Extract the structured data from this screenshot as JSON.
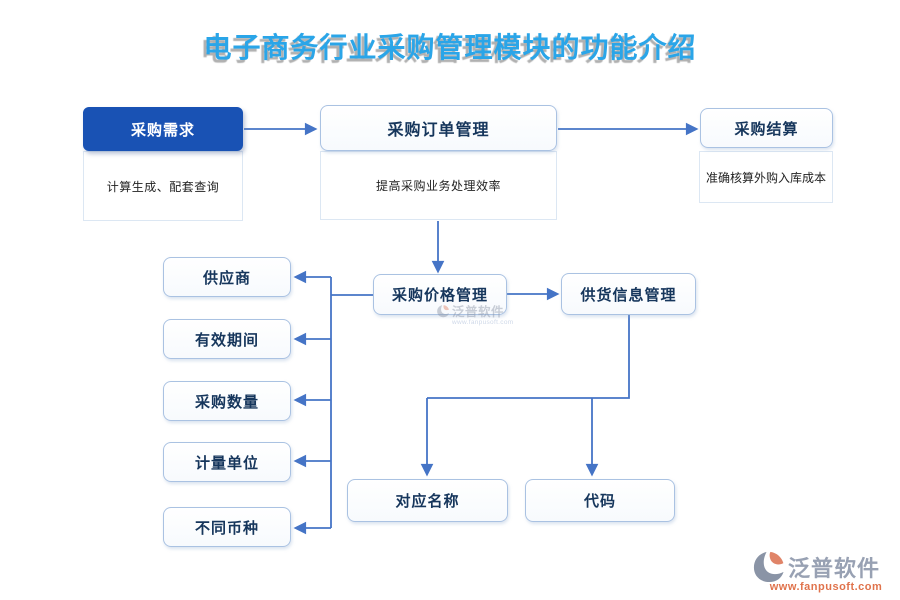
{
  "title": "电子商务行业采购管理模块的功能介绍",
  "diagram": {
    "nodes": {
      "purchase_demand": {
        "label": "采购需求",
        "desc": "计算生成、配套查询"
      },
      "purchase_order": {
        "label": "采购订单管理",
        "desc": "提高采购业务处理效率"
      },
      "purchase_settlement": {
        "label": "采购结算",
        "desc": "准确核算外购入库成本"
      },
      "purchase_price": {
        "label": "采购价格管理"
      },
      "supply_info": {
        "label": "供货信息管理"
      },
      "supplier": {
        "label": "供应商"
      },
      "valid_period": {
        "label": "有效期间"
      },
      "purchase_qty": {
        "label": "采购数量"
      },
      "measure_unit": {
        "label": "计量单位"
      },
      "currency": {
        "label": "不同币种"
      },
      "mapped_name": {
        "label": "对应名称"
      },
      "code": {
        "label": "代码"
      }
    }
  },
  "watermark": {
    "brand": "泛普软件",
    "url": "www.fanpusoft.com"
  },
  "colors": {
    "title": "#2aa5e8",
    "primary": "#1952b4",
    "node_border": "#aac2e2",
    "node_text": "#16365c",
    "desc_border": "#dce7f3",
    "desc_text": "#222222",
    "line": "#4574c6",
    "wm_gray": "#98a1b3",
    "wm_orange": "#e0734c"
  }
}
